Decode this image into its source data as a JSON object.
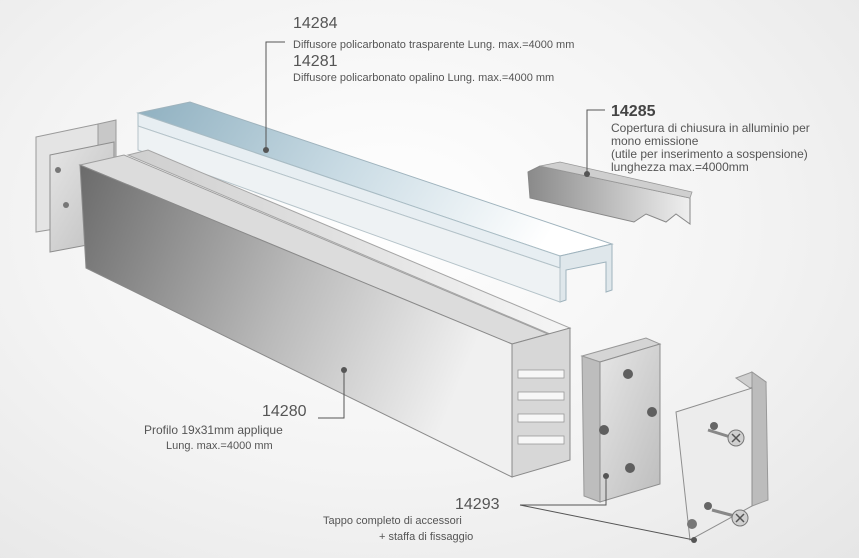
{
  "callouts": {
    "c14284": {
      "code": "14284",
      "desc": "Diffusore policarbonato trasparente Lung. max.=4000 mm"
    },
    "c14281": {
      "code": "14281",
      "desc": "Diffusore policarbonato opalino Lung. max.=4000 mm"
    },
    "c14285": {
      "code": "14285",
      "desc1": "Copertura di chiusura in alluminio per",
      "desc2": "mono emissione",
      "desc3": "(utile per inserimento a sospensione)",
      "desc4": "lunghezza max.=4000mm"
    },
    "c14280": {
      "code": "14280",
      "desc1": "Profilo 19x31mm applique",
      "desc2": "Lung. max.=4000 mm"
    },
    "c14293": {
      "code": "14293",
      "desc1": "Tappo completo di accessori",
      "desc2": "+ staffa di fissaggio"
    }
  }
}
